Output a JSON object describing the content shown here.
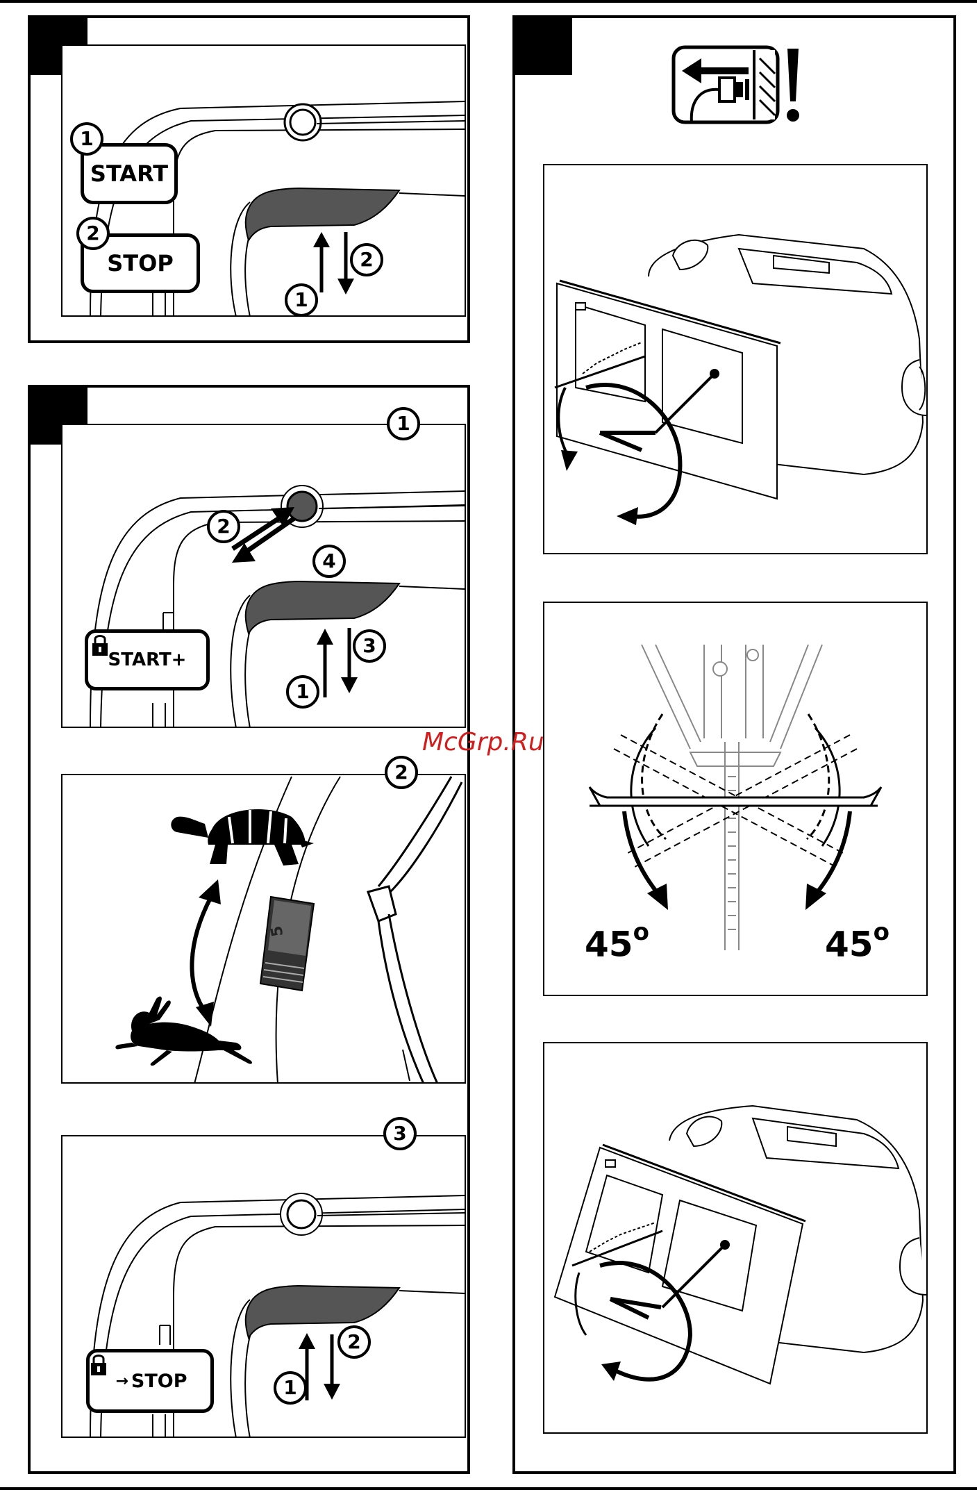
{
  "panel_a": {
    "start_label": "START",
    "stop_label": "STOP",
    "marker_start": "1",
    "marker_stop": "2",
    "arrow_up": "1",
    "arrow_down": "2"
  },
  "panel_b": {
    "step1": {
      "badge": "1",
      "label": "START+",
      "lock_icon": "lock-icon",
      "press_in": "2",
      "release": "4",
      "arrow_up": "1",
      "arrow_down": "3"
    },
    "step2": {
      "badge": "2",
      "dial_value": "5",
      "slow_icon": "tortoise-icon",
      "fast_icon": "hare-icon"
    },
    "step3": {
      "badge": "3",
      "lock_stop_label": "STOP",
      "lock_arrow": "→",
      "arrow_up": "1",
      "arrow_down": "2"
    }
  },
  "panel_c": {
    "warning_icon": "unplug-warning-icon",
    "exclaim": "!",
    "angle_left": "45",
    "angle_right": "45",
    "degree_mark": "o"
  },
  "watermark": "McGrp.Ru"
}
